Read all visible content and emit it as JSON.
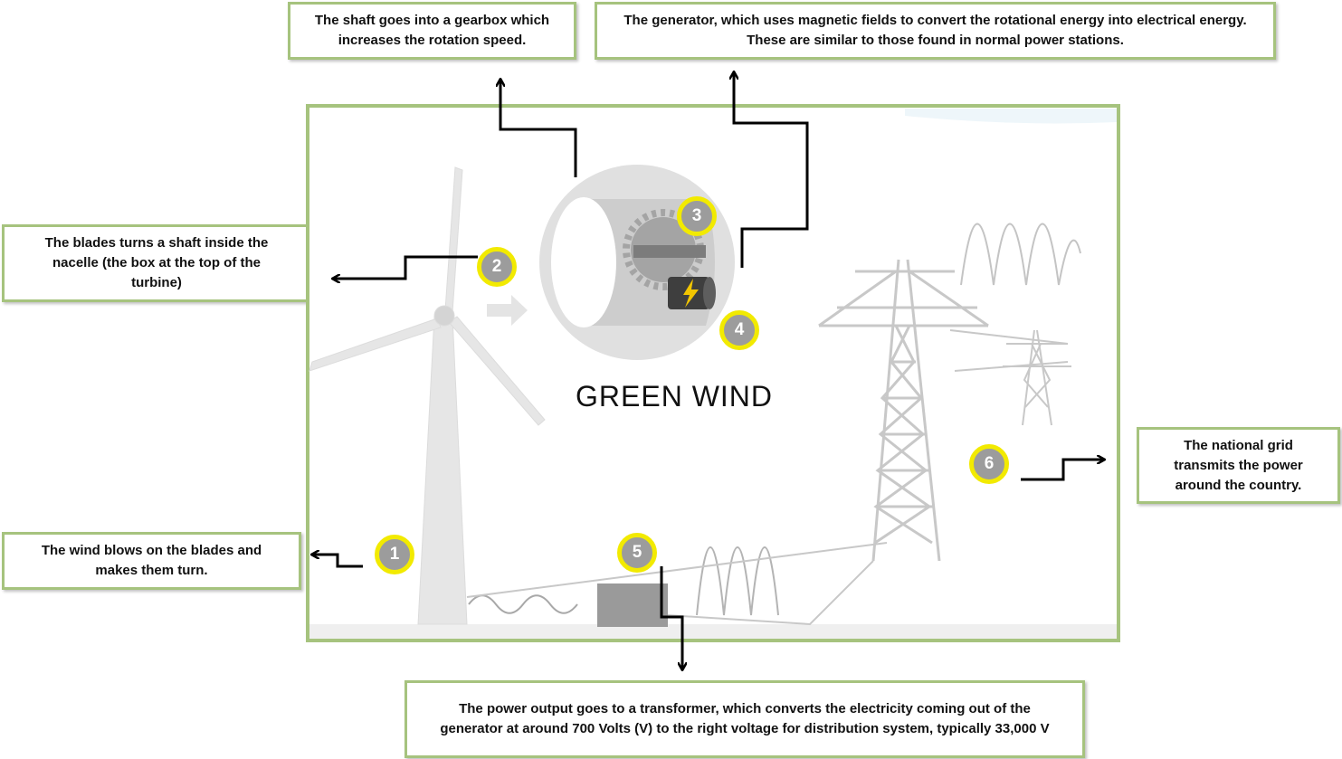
{
  "diagram": {
    "title": "GREEN WIND",
    "callouts": {
      "gearbox": "The shaft goes into a gearbox which increases the rotation speed.",
      "generator": "The generator, which uses magnetic fields to convert the rotational energy into electrical energy. These are similar to those found in normal power stations.",
      "blades": "The blades turns a shaft inside the nacelle (the box at the top of the turbine)",
      "grid": "The national grid transmits the power around the country.",
      "wind": "The wind blows on the blades and makes them turn.",
      "transformer": "The power output goes to a transformer, which converts the electricity coming out of the generator at around 700 Volts (V) to the right voltage for distribution system, typically 33,000 V"
    },
    "markers": [
      "1",
      "2",
      "3",
      "4",
      "5",
      "6"
    ],
    "colors": {
      "frame_border": "#a6c37e",
      "marker_ring": "#f2ea00",
      "marker_fill": "#9c9c9c",
      "illustration_gray": "#c8c8c8"
    },
    "icons": [
      "wind-turbine",
      "nacelle-cutaway",
      "gear",
      "generator-battery",
      "lightning-bolt",
      "transformer-box",
      "electricity-pylon",
      "sine-wave"
    ]
  }
}
